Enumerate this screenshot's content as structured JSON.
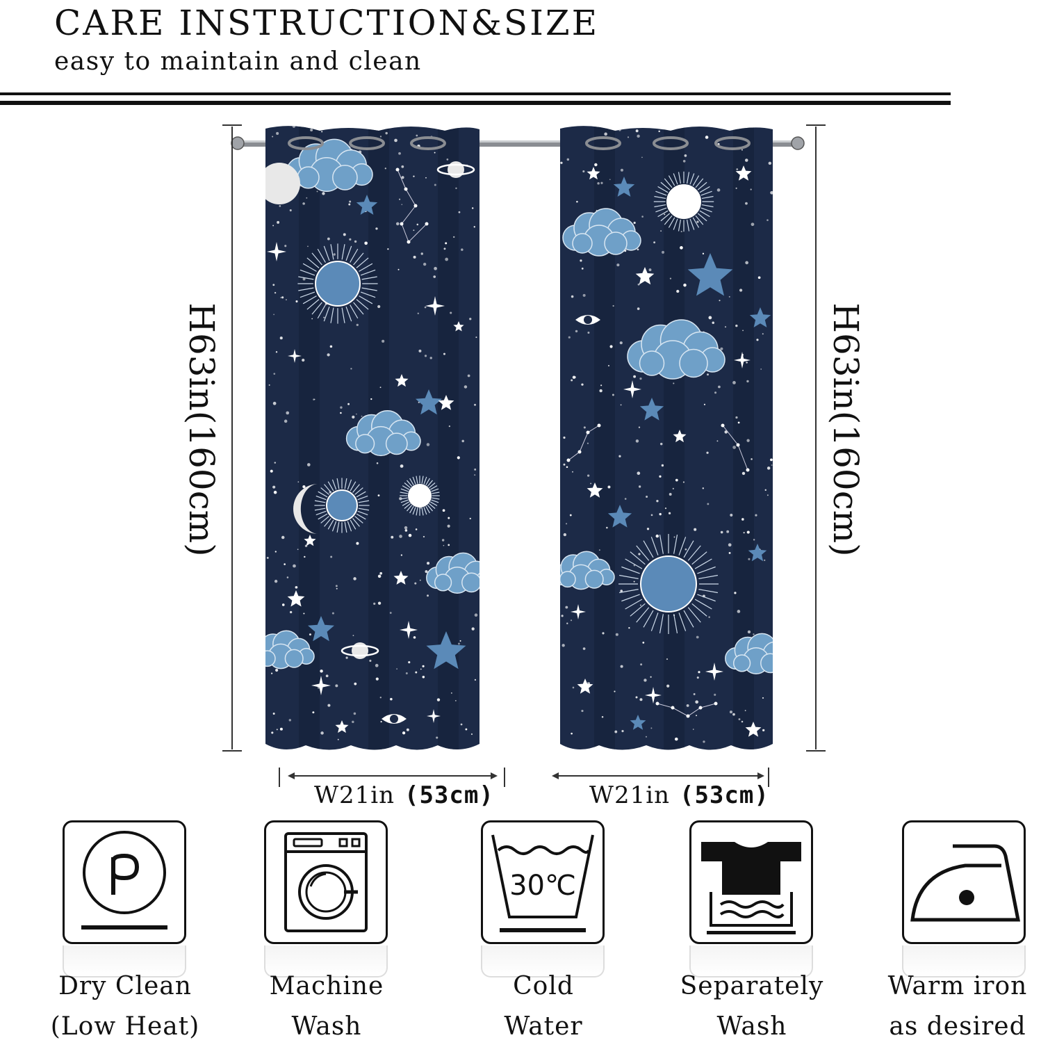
{
  "header": {
    "title": "CARE INSTRUCTION&SIZE",
    "subtitle": "easy to maintain and clean"
  },
  "dimensions": {
    "height_left": "H63in(160cm)",
    "height_right": "H63in(160cm)",
    "width_left": {
      "in": "W21in",
      "cm": "(53cm)"
    },
    "width_right": {
      "in": "W21in",
      "cm": "(53cm)"
    }
  },
  "care": [
    {
      "label_1": "Dry Clean",
      "label_2": "(Low Heat)",
      "icon": "dry-clean-icon"
    },
    {
      "label_1": "Machine",
      "label_2": "Wash",
      "icon": "washing-machine-icon"
    },
    {
      "label_1": "Cold",
      "label_2": "Water",
      "icon": "wash-tub-icon",
      "temp": "30℃"
    },
    {
      "label_1": "Separately",
      "label_2": "Wash",
      "icon": "separate-wash-icon"
    },
    {
      "label_1": "Warm iron",
      "label_2": "as desired",
      "icon": "iron-icon"
    }
  ],
  "colors": {
    "fabric": "#1c2a47",
    "accent_blue": "#5b8ab8",
    "cloud": "#6fa0c8",
    "white": "#ffffff"
  }
}
